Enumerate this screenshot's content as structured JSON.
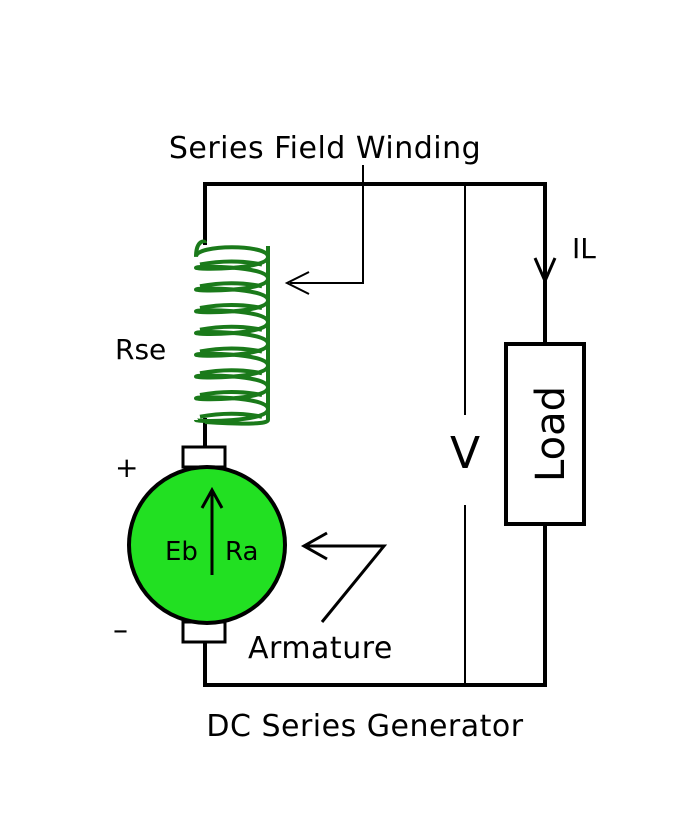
{
  "labels": {
    "series_field_winding": "Series Field Winding",
    "rse": "Rse",
    "plus": "+",
    "minus": "–",
    "eb": "Eb",
    "ra": "Ra",
    "armature": "Armature",
    "voltage": "V",
    "load": "Load",
    "current": "IL",
    "caption": "DC Series Generator"
  },
  "colors": {
    "wire": "#000000",
    "field_winding": "#1a7a1a",
    "armature_fill": "#22e022"
  }
}
